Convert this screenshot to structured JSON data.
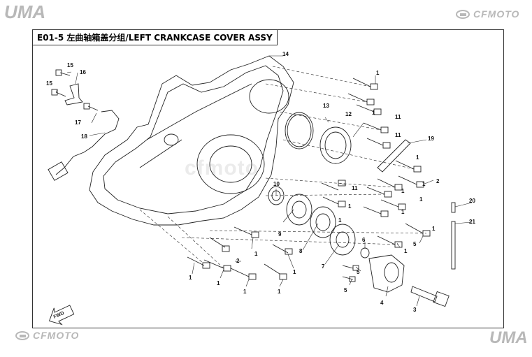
{
  "title": "E01-5 左曲轴箱盖分组/LEFT CRANKCASE COVER ASSY",
  "logos": {
    "uma_top": "UMA",
    "uma_bottom": "UMA",
    "cfmoto_top": "CFMOTO",
    "cfmoto_bottom": "CFMOTO"
  },
  "watermark": "cfmoto",
  "fwd_label": "FWD",
  "callouts": [
    "1",
    "1",
    "1",
    "1",
    "1",
    "1",
    "1",
    "1",
    "1",
    "1",
    "1",
    "1",
    "1",
    "1",
    "1",
    "1",
    "1",
    "2",
    "2",
    "3",
    "4",
    "5",
    "5",
    "5",
    "6",
    "7",
    "8",
    "9",
    "10",
    "11",
    "11",
    "11",
    "12",
    "13",
    "14",
    "15",
    "15",
    "16",
    "17",
    "18",
    "19",
    "20",
    "21"
  ],
  "colors": {
    "line": "#222222",
    "logo": "#b8b8b8"
  }
}
